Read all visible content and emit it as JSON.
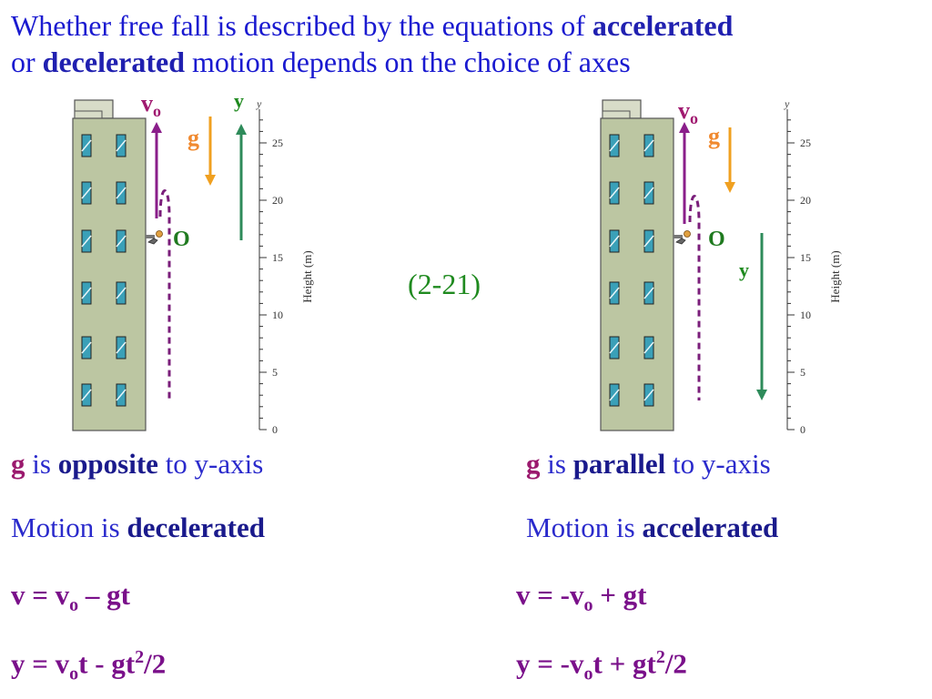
{
  "slide": {
    "title_part1": "Whether free fall is described by the equations of ",
    "title_bold1": "accelerated",
    "title_part2": "or ",
    "title_bold2": "decelerated",
    "title_part3": " motion depends on the choice of axes",
    "equation_number": "(2-21)"
  },
  "diagram_labels": {
    "vo_v": "v",
    "vo_sub": "o",
    "g": "g",
    "y_axis_letter": "y",
    "origin": "O",
    "height_axis_name": "y",
    "height_axis_label": "Height (m)",
    "height_ticks": [
      "0",
      "5",
      "10",
      "15",
      "20",
      "25"
    ]
  },
  "left_case": {
    "g": "g",
    "is": " is ",
    "relation": "opposite",
    "to_axis": " to y-axis",
    "motion_prefix": "Motion is ",
    "motion": "decelerated",
    "eq1_lhs": "v = v",
    "eq1_sub": "o",
    "eq1_rhs": " – gt",
    "eq2_lhs": "y =  v",
    "eq2_sub": "o",
    "eq2_mid": "t - gt",
    "eq2_sup": "2",
    "eq2_end": "/2"
  },
  "right_case": {
    "g": "g",
    "is": " is ",
    "relation": "parallel",
    "to_axis": " to y-axis",
    "motion_prefix": "Motion is ",
    "motion": "accelerated",
    "eq1_lhs": "v = -v",
    "eq1_sub": "o",
    "eq1_rhs": " + gt",
    "eq2_lhs": "y =  -v",
    "eq2_sub": "o",
    "eq2_mid": "t + gt",
    "eq2_sup": "2",
    "eq2_end": "/2"
  },
  "colors": {
    "title": "#1a1ad0",
    "building": "#bcc6a2",
    "velocity_arrow": "#8a1e8a",
    "gravity_arrow": "#f0a020",
    "y_arrow": "#2e8b5a",
    "path": "#7a1e7a",
    "equation": "#7a108a"
  }
}
